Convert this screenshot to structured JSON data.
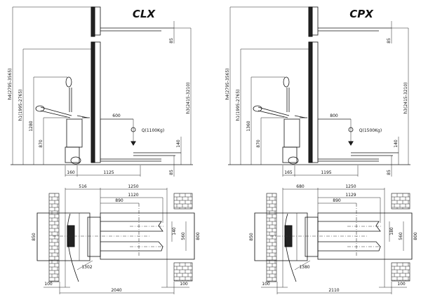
{
  "models": [
    {
      "name": "CLX",
      "side": {
        "h4": "h4(2795-3565)",
        "h1": "h1(1995-2765)",
        "tiller_height": "1280",
        "platform_height": "870",
        "h3": "h3(2415-3210)",
        "load_center": "600",
        "capacity": "Q(1100Kg)",
        "fork_top": "85",
        "fork_lift": "140",
        "fork_bottom": "85",
        "front_len": "160",
        "wheelbase": "1125"
      },
      "top": {
        "body_len": "516",
        "overall_fork": "1250",
        "fork_len": "1120",
        "fork_inner": "890",
        "body_width": "850",
        "fork_width": "140",
        "fork_spread": "560",
        "pallet_width": "800",
        "turn_radius": "1302",
        "clearance_left": "100",
        "clearance_right": "100",
        "aisle": "2040"
      }
    },
    {
      "name": "CPX",
      "side": {
        "h4": "h4(2795-3565)",
        "h1": "h1(1995-2765)",
        "tiller_height": "1360",
        "platform_height": "870",
        "h3": "h3(2415-3210)",
        "load_center": "800",
        "capacity": "Q(1500Kg)",
        "fork_top": "85",
        "fork_lift": "140",
        "fork_bottom": "85",
        "front_len": "165",
        "wheelbase": "1195"
      },
      "top": {
        "body_len": "680",
        "overall_fork": "1250",
        "fork_len": "1129",
        "fork_inner": "890",
        "body_width": "850",
        "fork_width": "180",
        "fork_spread": "560",
        "pallet_width": "800",
        "turn_radius": "1380",
        "clearance_left": "100",
        "clearance_right": "100",
        "aisle": "2110"
      }
    }
  ]
}
